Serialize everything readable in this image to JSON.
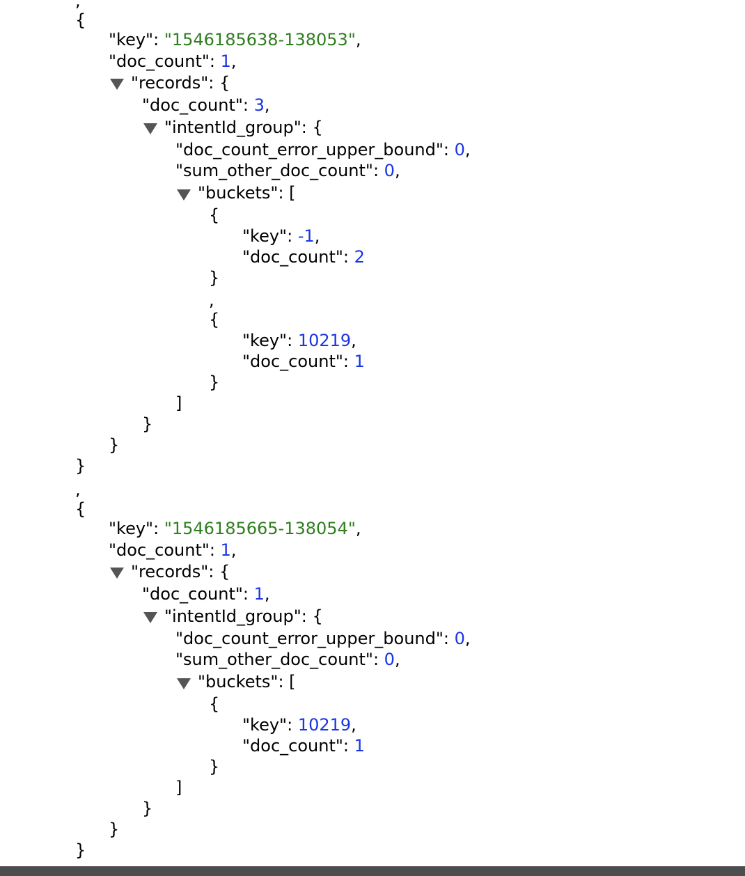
{
  "viewer": {
    "keys": {
      "key": "\"key\"",
      "doc_count": "\"doc_count\"",
      "records": "\"records\"",
      "intentId_group": "\"intentId_group\"",
      "doc_count_error_upper_bound": "\"doc_count_error_upper_bound\"",
      "sum_other_doc_count": "\"sum_other_doc_count\"",
      "buckets": "\"buckets\""
    },
    "punct": {
      "comma": ",",
      "colon": ": ",
      "obj_open": "{",
      "obj_close": "}",
      "arr_open": "[",
      "arr_close": "]",
      "colon_obj_open": ": {",
      "colon_arr_open": ": ["
    },
    "objects": [
      {
        "key": "\"1546185638-138053\"",
        "doc_count": "1",
        "records": {
          "doc_count": "3",
          "intentId_group": {
            "doc_count_error_upper_bound": "0",
            "sum_other_doc_count": "0",
            "buckets": [
              {
                "key": "-1",
                "doc_count": "2"
              },
              {
                "key": "10219",
                "doc_count": "1"
              }
            ]
          }
        }
      },
      {
        "key": "\"1546185665-138054\"",
        "doc_count": "1",
        "records": {
          "doc_count": "1",
          "intentId_group": {
            "doc_count_error_upper_bound": "0",
            "sum_other_doc_count": "0",
            "buckets": [
              {
                "key": "10219",
                "doc_count": "1"
              }
            ]
          }
        }
      }
    ]
  }
}
